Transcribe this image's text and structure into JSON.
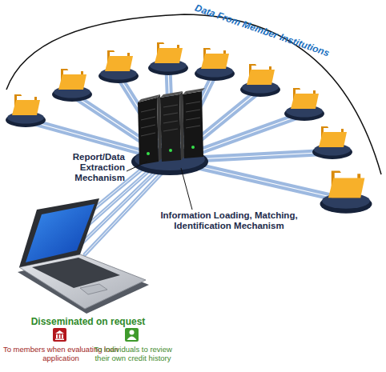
{
  "diagram": {
    "labels": [
      "Data From Member Institutions",
      "Report/Data Extraction Mechanism",
      "Information Loading, Matching, Identification Mechanism",
      "Disseminated on request",
      "To members when evaluating loan application",
      "To individuals to review their own credit history"
    ]
  }
}
